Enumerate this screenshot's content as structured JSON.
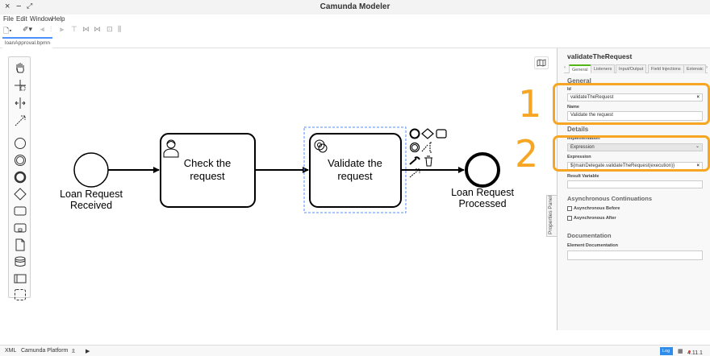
{
  "window": {
    "title": "Camunda Modeler"
  },
  "menu": [
    "File",
    "Edit",
    "Window",
    "Help"
  ],
  "tab": {
    "name": "loanApproval.bpmn"
  },
  "diagram": {
    "start_event_label_1": "Loan Request",
    "start_event_label_2": "Received",
    "task1_label_1": "Check the",
    "task1_label_2": "request",
    "task2_label_1": "Validate the",
    "task2_label_2": "request",
    "end_event_label_1": "Loan Request",
    "end_event_label_2": "Processed"
  },
  "properties_panel": {
    "toggle_label": "Properties Panel",
    "element_id": "validateTheRequest",
    "tabs": [
      "General",
      "Listeners",
      "Input/Output",
      "Field Injections",
      "Extensic"
    ],
    "general_heading": "General",
    "id_label": "Id",
    "id_value": "validateTheRequest",
    "name_label": "Name",
    "name_value": "Validate the request",
    "details_heading": "Details",
    "implementation_label": "Implementation",
    "implementation_value": "Expression",
    "expression_label": "Expression",
    "expression_value": "${mainDelegate.validateTheRequest(execution)}",
    "result_variable_label": "Result Variable",
    "result_variable_value": "",
    "async_heading": "Asynchronous Continuations",
    "async_before": "Asynchronous Before",
    "async_after": "Asynchronous After",
    "documentation_heading": "Documentation",
    "element_documentation_label": "Element Documentation",
    "element_documentation_value": ""
  },
  "annotations": {
    "one": "1",
    "two": "2",
    "color": "#f6a623"
  },
  "statusbar": {
    "format": "XML",
    "platform": "Camunda Platform",
    "log": "Log",
    "version": "4.11.1"
  },
  "colors": {
    "selection": "#4d90fe",
    "active_tab": "#52b415",
    "highlight": "#f6a623"
  }
}
